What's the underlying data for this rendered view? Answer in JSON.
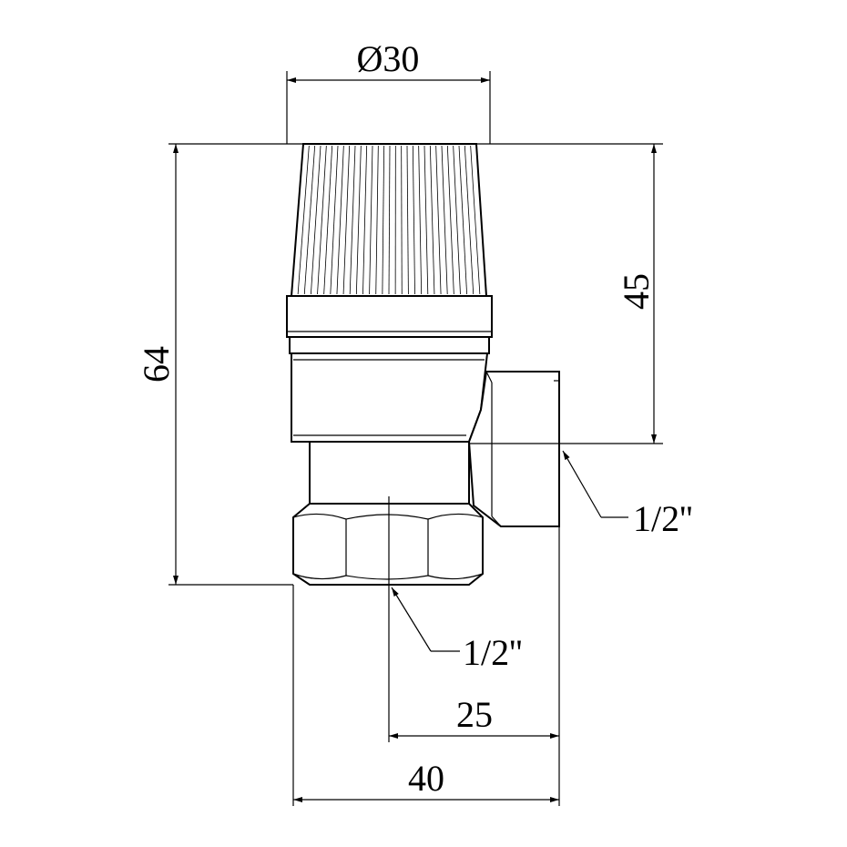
{
  "dimensions": {
    "diameter_top": "Ø30",
    "height_total": "64",
    "height_upper": "45",
    "thread_side": "1/2''",
    "thread_bottom": "1/2''",
    "width_offset": "25",
    "width_total": "40"
  }
}
